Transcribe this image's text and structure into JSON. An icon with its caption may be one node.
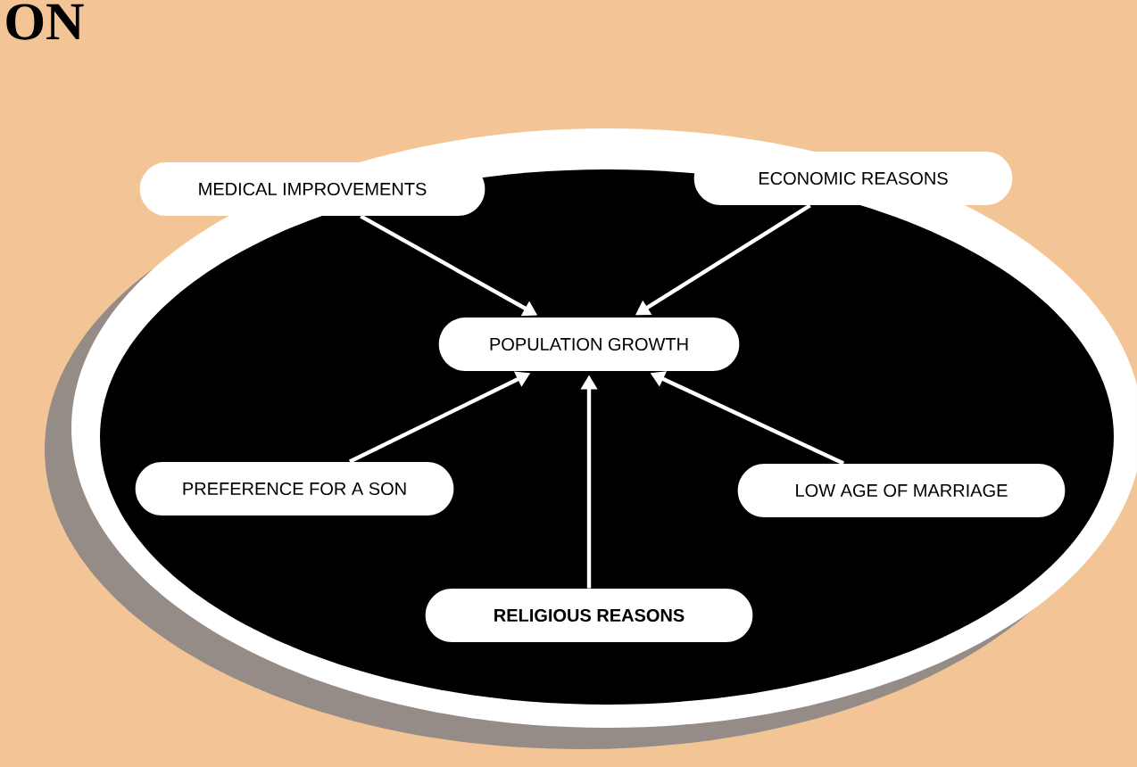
{
  "diagram": {
    "title": "ON",
    "nodes": [
      {
        "text": [
          "MEDICAL IMPROVEMENTS"
        ]
      },
      {
        "text": [
          "ECONOMIC REASONS"
        ]
      },
      {
        "text": [
          "POPULATION GROWTH"
        ]
      },
      {
        "text": [
          "PREFERENCE FOR A SON"
        ]
      },
      {
        "text": [
          "LOW AGE OF MARRIAGE"
        ]
      },
      {
        "text": [
          "RELIGIOUS REASONS"
        ]
      }
    ],
    "edges": [
      {
        "from": 0,
        "to": 2,
        "arrow": "to"
      },
      {
        "from": 1,
        "to": 2,
        "arrow": "to"
      },
      {
        "from": 3,
        "to": 2,
        "arrow": "to"
      },
      {
        "from": 4,
        "to": 2,
        "arrow": "to"
      },
      {
        "from": 5,
        "to": 2,
        "arrow": "to"
      }
    ]
  }
}
